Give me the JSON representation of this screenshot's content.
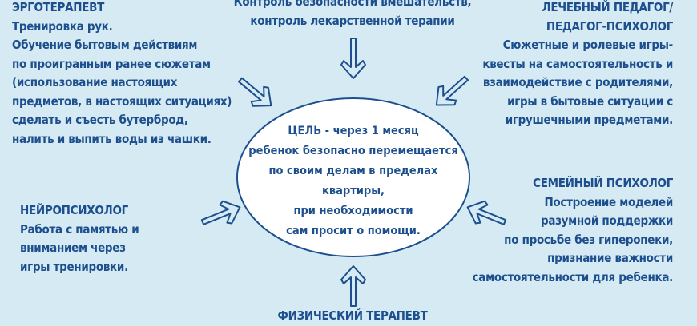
{
  "center": {
    "lines": [
      "ЦЕЛЬ - через 1 месяц",
      "ребенок безопасно перемещается",
      "по своим делам в пределах квартиры,",
      "при необходимости",
      "сам просит о помощи."
    ]
  },
  "top": {
    "lines": [
      "Контроль безопасности вмешательств,",
      "контроль лекарственной терапии"
    ]
  },
  "ergo": {
    "title": "ЭРГОТЕРАПЕВТ",
    "lines": [
      "Тренировка рук.",
      "Обучение бытовым действиям",
      "по проигранным ранее сюжетам",
      "(использование настоящих",
      "предметов, в настоящих ситуациях)",
      "сделать и съесть бутерброд,",
      "налить и выпить воды из чашки."
    ]
  },
  "pedagog": {
    "title1": "ЛЕЧЕБНЫЙ ПЕДАГОГ/",
    "title2": "ПЕДАГОГ-ПСИХОЛОГ",
    "lines": [
      "Сюжетные и ролевые игры-",
      "квесты на самостоятельность и",
      "взаимодействие с родителями,",
      "игры в бытовые ситуации с",
      "игрушечными предметами."
    ]
  },
  "neuro": {
    "title": "НЕЙРОПСИХОЛОГ",
    "lines": [
      "Работа с памятью и",
      "вниманием через",
      "игры тренировки."
    ]
  },
  "family": {
    "title": "СЕМЕЙНЫЙ ПСИХОЛОГ",
    "lines": [
      "Построение моделей",
      "разумной поддержки",
      "по просьбе без гиперопеки,",
      "признание важности",
      "самостоятельности для ребенка."
    ]
  },
  "physio": {
    "title": "ФИЗИЧЕСКИЙ ТЕРАПЕВТ"
  },
  "colors": {
    "background": "#d5eaf3",
    "text": "#1d4f8e",
    "ellipse_fill": "#ffffff"
  }
}
